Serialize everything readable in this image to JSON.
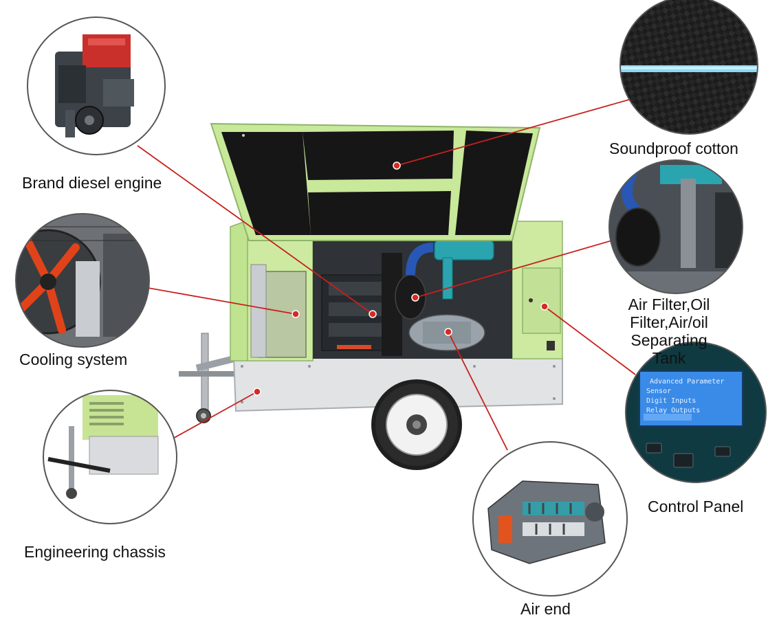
{
  "callouts": [
    {
      "key": "soundproof",
      "label": "Soundproof cotton",
      "icon": "carbon-fiber-texture-icon"
    },
    {
      "key": "engine",
      "label": "Brand diesel engine",
      "icon": "diesel-engine-icon"
    },
    {
      "key": "filter",
      "label": "Air Filter,Oil Filter,Air/oil\nSeparating Tank",
      "icon": "filter-tank-icon"
    },
    {
      "key": "cooling",
      "label": "Cooling system",
      "icon": "radiator-fan-icon"
    },
    {
      "key": "control",
      "label": "Control Panel",
      "icon": "control-panel-icon"
    },
    {
      "key": "chassis",
      "label": "Engineering chassis",
      "icon": "chassis-jack-icon"
    },
    {
      "key": "airend",
      "label": "Air end",
      "icon": "screw-rotor-icon"
    }
  ],
  "control_screen": {
    "lines": [
      "Advanced Parameter",
      "Sensor",
      "Digit Inputs",
      "Relay Outputs"
    ]
  },
  "colors": {
    "body_green": "#c8e89a",
    "leader_line": "#c8201c",
    "trim": "#9bbf6a",
    "panel_dark": "#2a2a2a",
    "chassis_grey": "#dfe1e3",
    "screen_blue": "#3a8be8",
    "teal": "#2aa5b0"
  }
}
